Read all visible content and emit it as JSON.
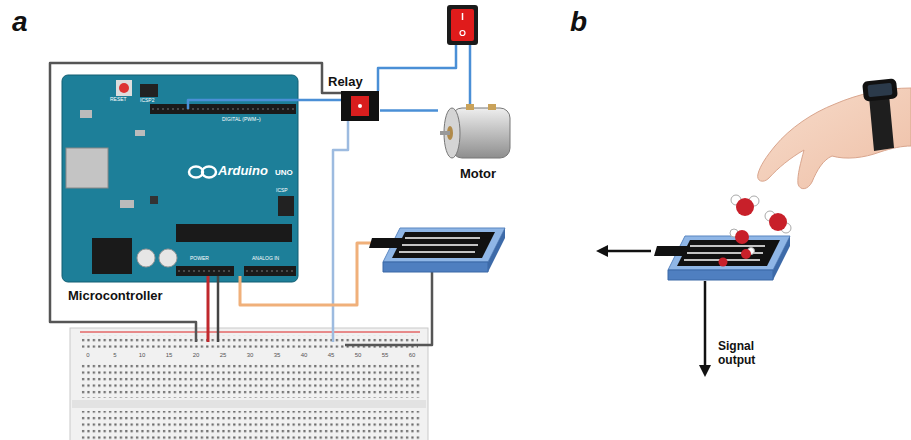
{
  "diagram": {
    "nodes": [
      {
        "text": [
          "Relay"
        ]
      },
      {
        "text": [
          "Motor"
        ]
      }
    ],
    "edges": [
      {
        "from": 0,
        "to": 1,
        "arrow": "none"
      }
    ],
    "labels": [
      "a",
      "b",
      "Microcontroller",
      "Signal output",
      "RESET",
      "ICSP2",
      "DIGITAL (PWM~)",
      "Arduino",
      "UNO",
      "ICSP",
      "POWER",
      "ANALOG IN",
      "0",
      "5",
      "10",
      "15",
      "20",
      "25",
      "30",
      "35",
      "40",
      "45",
      "50",
      "55",
      "60"
    ]
  }
}
